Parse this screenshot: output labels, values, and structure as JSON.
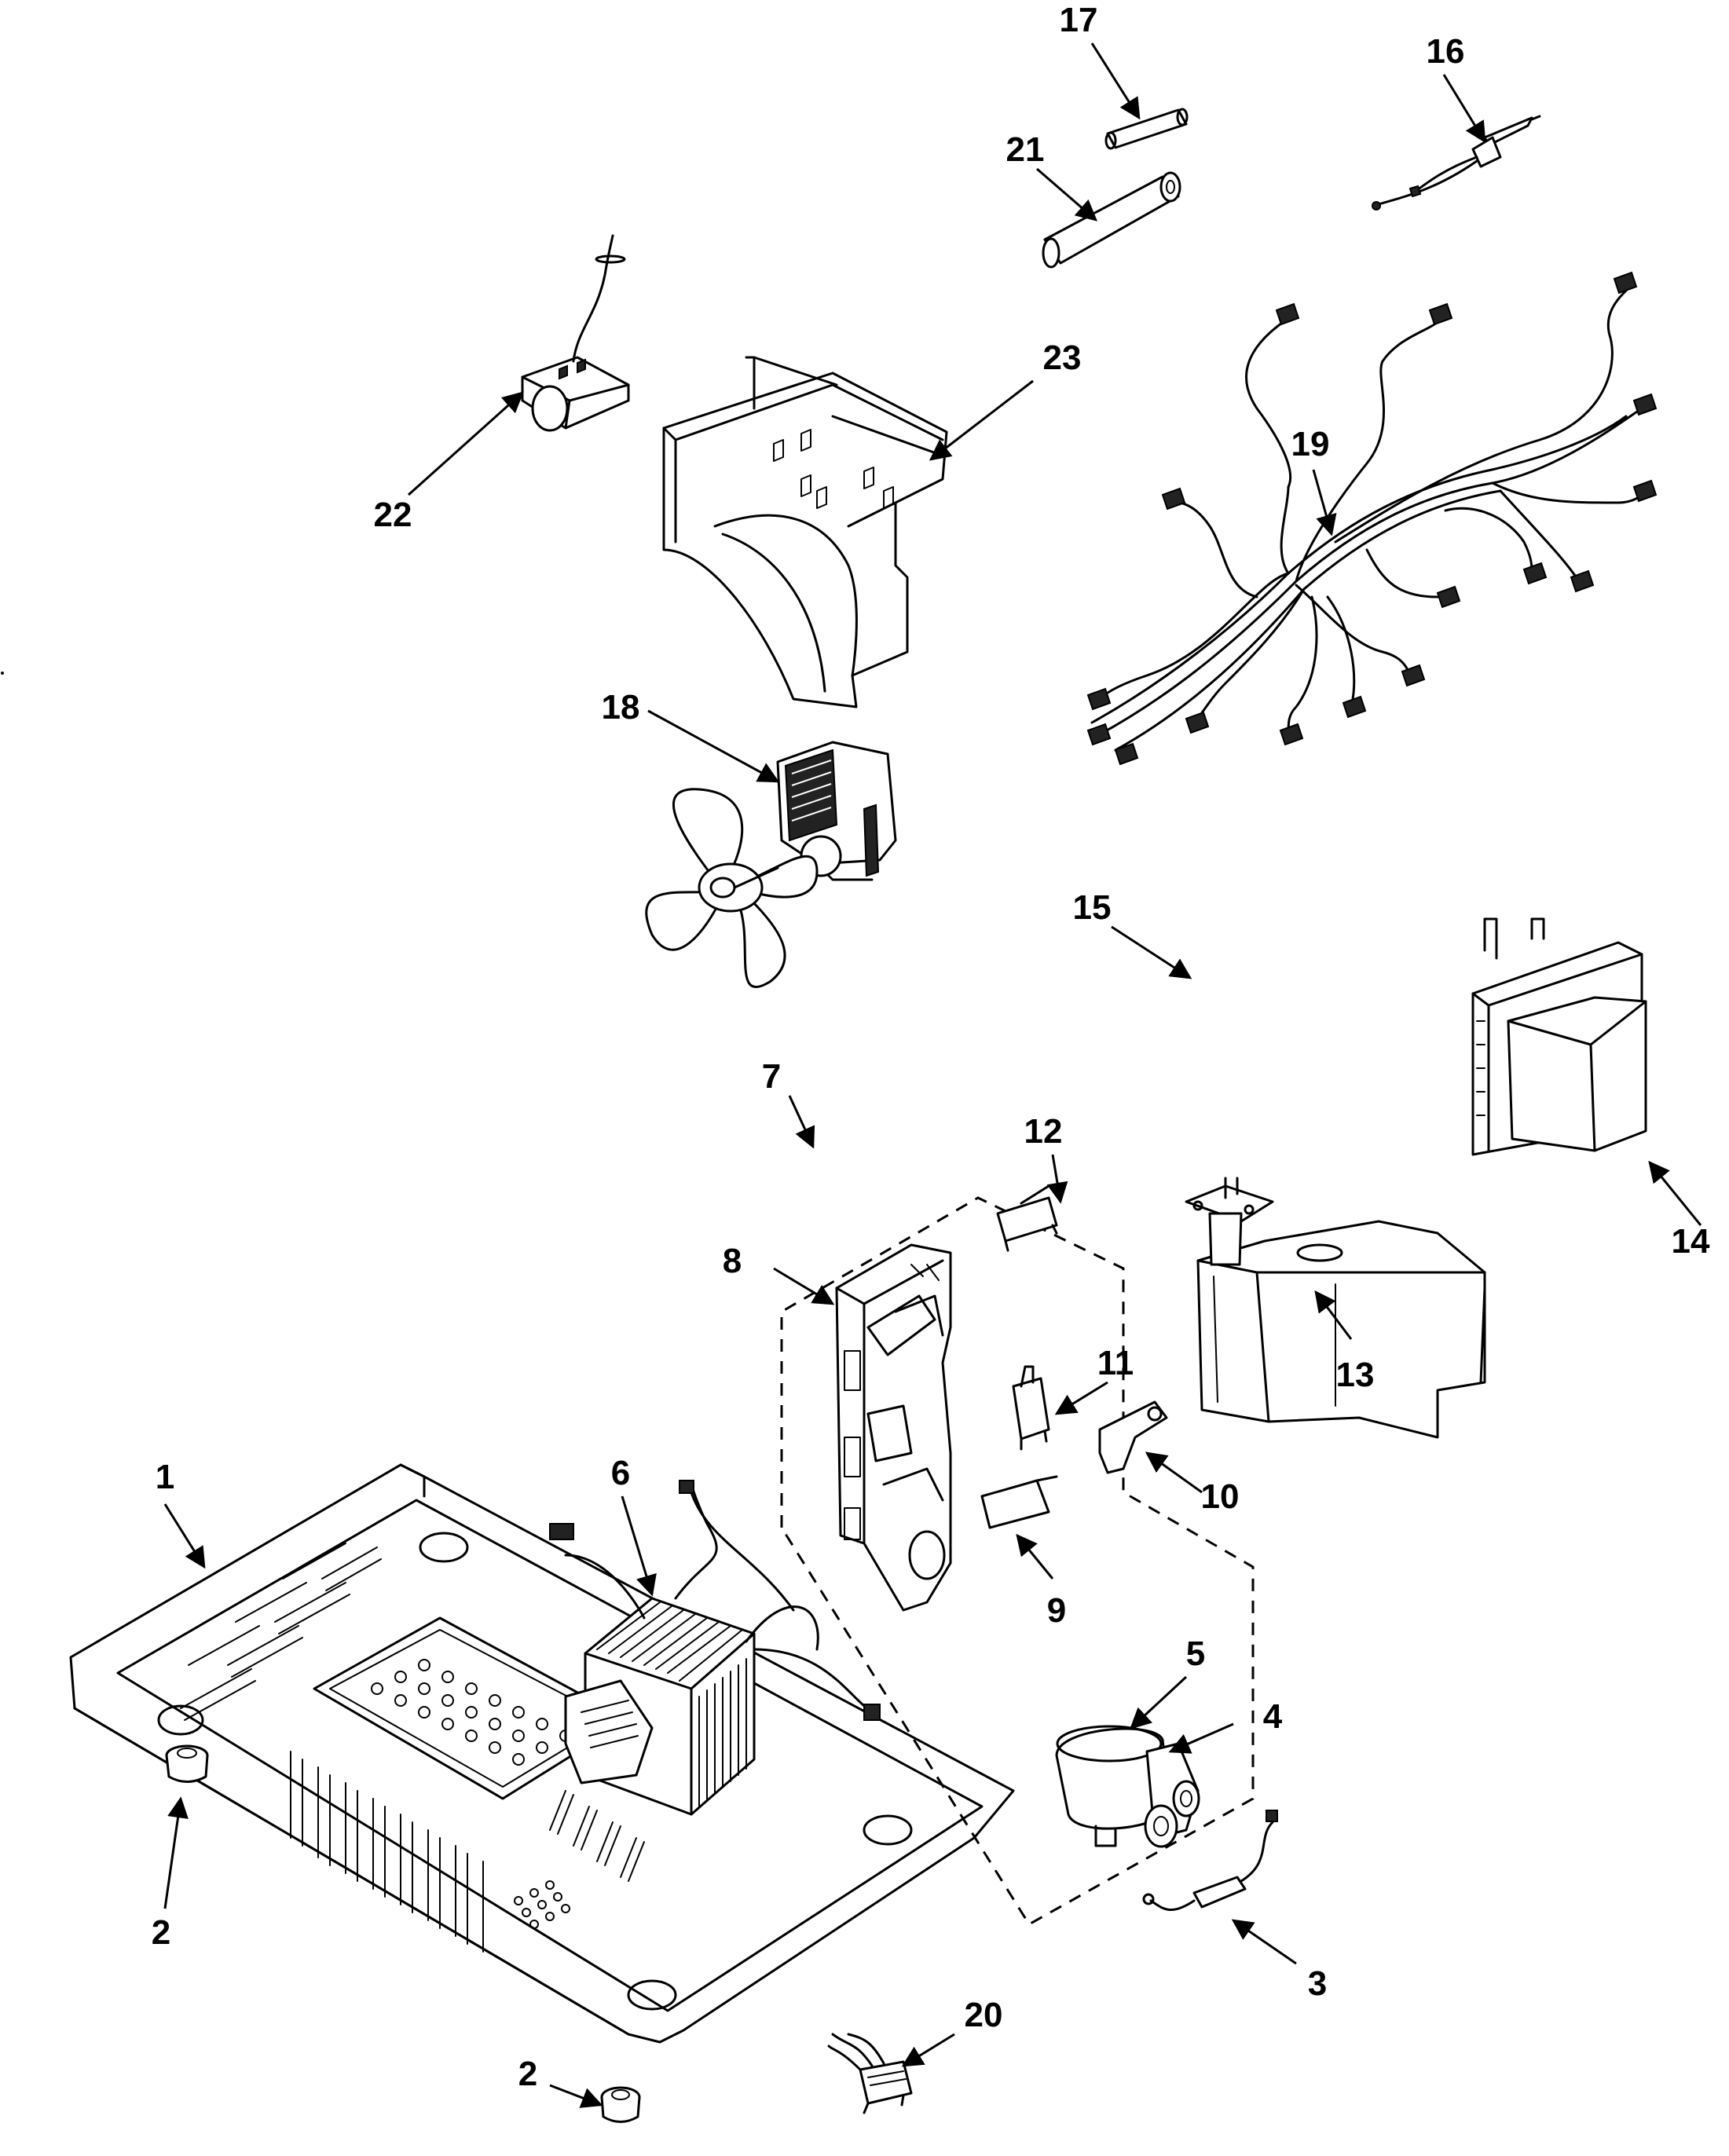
{
  "callouts": [
    {
      "id": "c1",
      "label": "1"
    },
    {
      "id": "c2a",
      "label": "2"
    },
    {
      "id": "c2b",
      "label": "2"
    },
    {
      "id": "c3",
      "label": "3"
    },
    {
      "id": "c4",
      "label": "4"
    },
    {
      "id": "c5",
      "label": "5"
    },
    {
      "id": "c6",
      "label": "6"
    },
    {
      "id": "c7",
      "label": "7"
    },
    {
      "id": "c8",
      "label": "8"
    },
    {
      "id": "c9",
      "label": "9"
    },
    {
      "id": "c10",
      "label": "10"
    },
    {
      "id": "c11",
      "label": "11"
    },
    {
      "id": "c12",
      "label": "12"
    },
    {
      "id": "c13",
      "label": "13"
    },
    {
      "id": "c14",
      "label": "14"
    },
    {
      "id": "c15",
      "label": "15"
    },
    {
      "id": "c16",
      "label": "16"
    },
    {
      "id": "c17",
      "label": "17"
    },
    {
      "id": "c18",
      "label": "18"
    },
    {
      "id": "c19",
      "label": "19"
    },
    {
      "id": "c20",
      "label": "20"
    },
    {
      "id": "c21",
      "label": "21"
    },
    {
      "id": "c22",
      "label": "22"
    },
    {
      "id": "c23",
      "label": "23"
    }
  ]
}
